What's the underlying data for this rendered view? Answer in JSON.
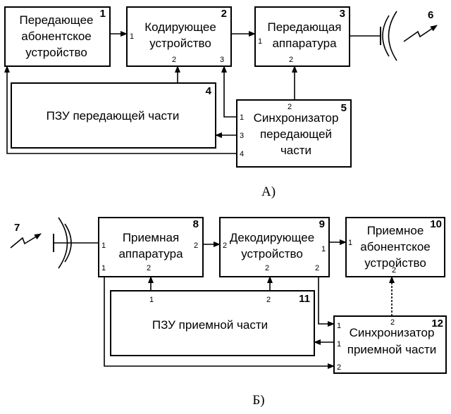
{
  "top": {
    "b1": {
      "l1": "Передающее",
      "l2": "абонентское",
      "l3": "устройство",
      "num": "1"
    },
    "b2": {
      "l1": "Кодирующее",
      "l2": "устройство",
      "num": "2",
      "p_in": "1",
      "p2": "2",
      "p3": "3"
    },
    "b3": {
      "l1": "Передающая",
      "l2": "аппаратура",
      "num": "3",
      "p_in": "1",
      "p2": "2"
    },
    "b4": {
      "label": "ПЗУ передающей части",
      "num": "4"
    },
    "b5": {
      "l1": "Синхронизатор",
      "l2": "передающей",
      "l3": "части",
      "num": "5",
      "p1": "1",
      "p2": "2",
      "p3": "3",
      "p4": "4"
    },
    "antenna_num": "6",
    "caption": "А)"
  },
  "bottom": {
    "b8": {
      "l1": "Приемная",
      "l2": "аппаратура",
      "num": "8",
      "p1": "1",
      "p1b": "1",
      "p2": "2",
      "p2r": "2"
    },
    "b9": {
      "l1": "Декодирующее",
      "l2": "устройство",
      "num": "9",
      "p2": "2",
      "p1": "1",
      "p2b": "2",
      "p2c": "2"
    },
    "b10": {
      "l1": "Приемное",
      "l2": "абонентское",
      "l3": "устройство",
      "num": "10",
      "p1": "1",
      "p2": "2"
    },
    "b11": {
      "label": "ПЗУ приемной части",
      "num": "11",
      "p1": "1",
      "p2": "2"
    },
    "b12": {
      "l1": "Синхронизатор",
      "l2": "приемной части",
      "num": "12",
      "p1": "1",
      "p1b": "1",
      "p2": "2",
      "p2t": "2"
    },
    "antenna_num": "7",
    "caption": "Б)"
  }
}
